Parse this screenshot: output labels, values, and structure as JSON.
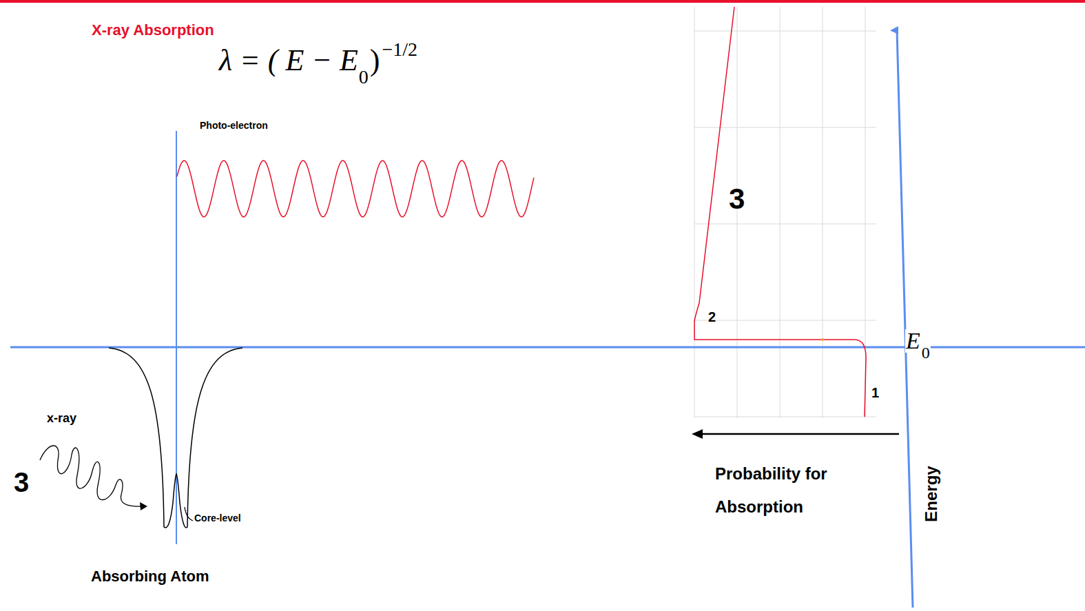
{
  "diagram": {
    "title": "X-ray Absorption",
    "labels": [
      "Photo-electron",
      "λ = ( E − E",
      "0",
      ")",
      "−1/2",
      "x-ray",
      "3",
      "Core-level",
      "Absorbing Atom",
      "3",
      "2",
      "1",
      "E",
      "0",
      "Probability for Absorption",
      "Energy"
    ]
  }
}
